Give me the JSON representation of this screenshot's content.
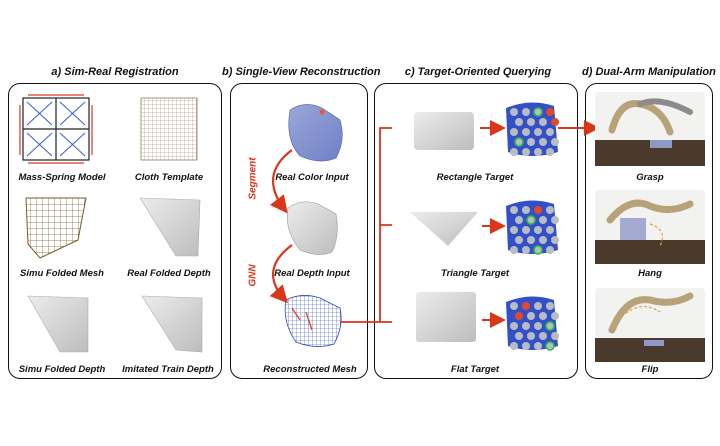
{
  "panels": {
    "a": {
      "title": "a) Sim-Real Registration",
      "captions": [
        "Mass-Spring Model",
        "Cloth Template",
        "Simu Folded Mesh",
        "Real Folded Depth",
        "Simu Folded Depth",
        "Imitated Train Depth"
      ]
    },
    "b": {
      "title": "b) Single-View Reconstruction",
      "captions": [
        "Real Color Input",
        "Real Depth Input",
        "Reconstructed Mesh"
      ],
      "arrow_labels": [
        "Segment",
        "GNN"
      ]
    },
    "c": {
      "title": "c) Target-Oriented Querying",
      "captions": [
        "Rectangle Target",
        "Triangle Target",
        "Flat Target"
      ]
    },
    "d": {
      "title": "d) Dual-Arm Manipulation",
      "captions": [
        "Grasp",
        "Hang",
        "Flip"
      ]
    }
  },
  "colors": {
    "arrow": "#d9361a",
    "mesh_blue": "#3350c8",
    "node_grey": "#b9bcc2",
    "grasp_green": "#2fbf3a",
    "grasp_red": "#e04a2a"
  }
}
